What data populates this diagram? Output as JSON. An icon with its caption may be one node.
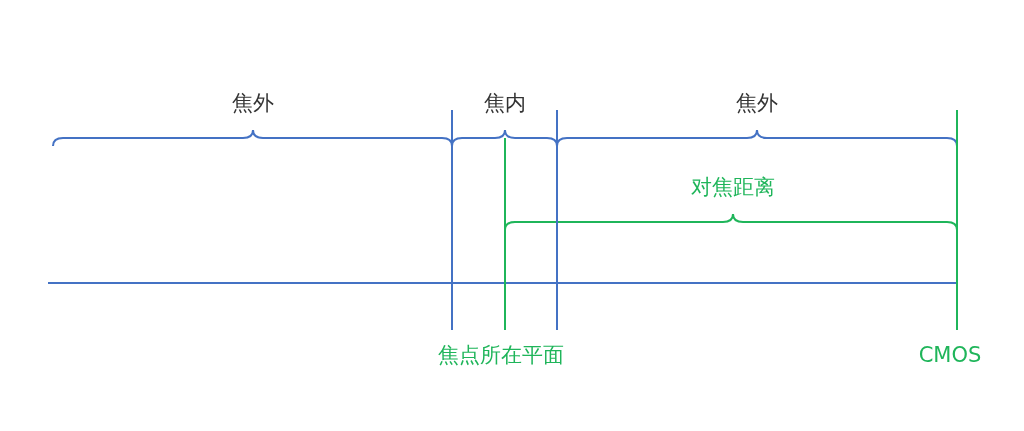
{
  "diagram": {
    "labels": [
      "焦外",
      "焦内",
      "焦外",
      "对焦距离",
      "焦点所在平面",
      "CMOS"
    ]
  }
}
